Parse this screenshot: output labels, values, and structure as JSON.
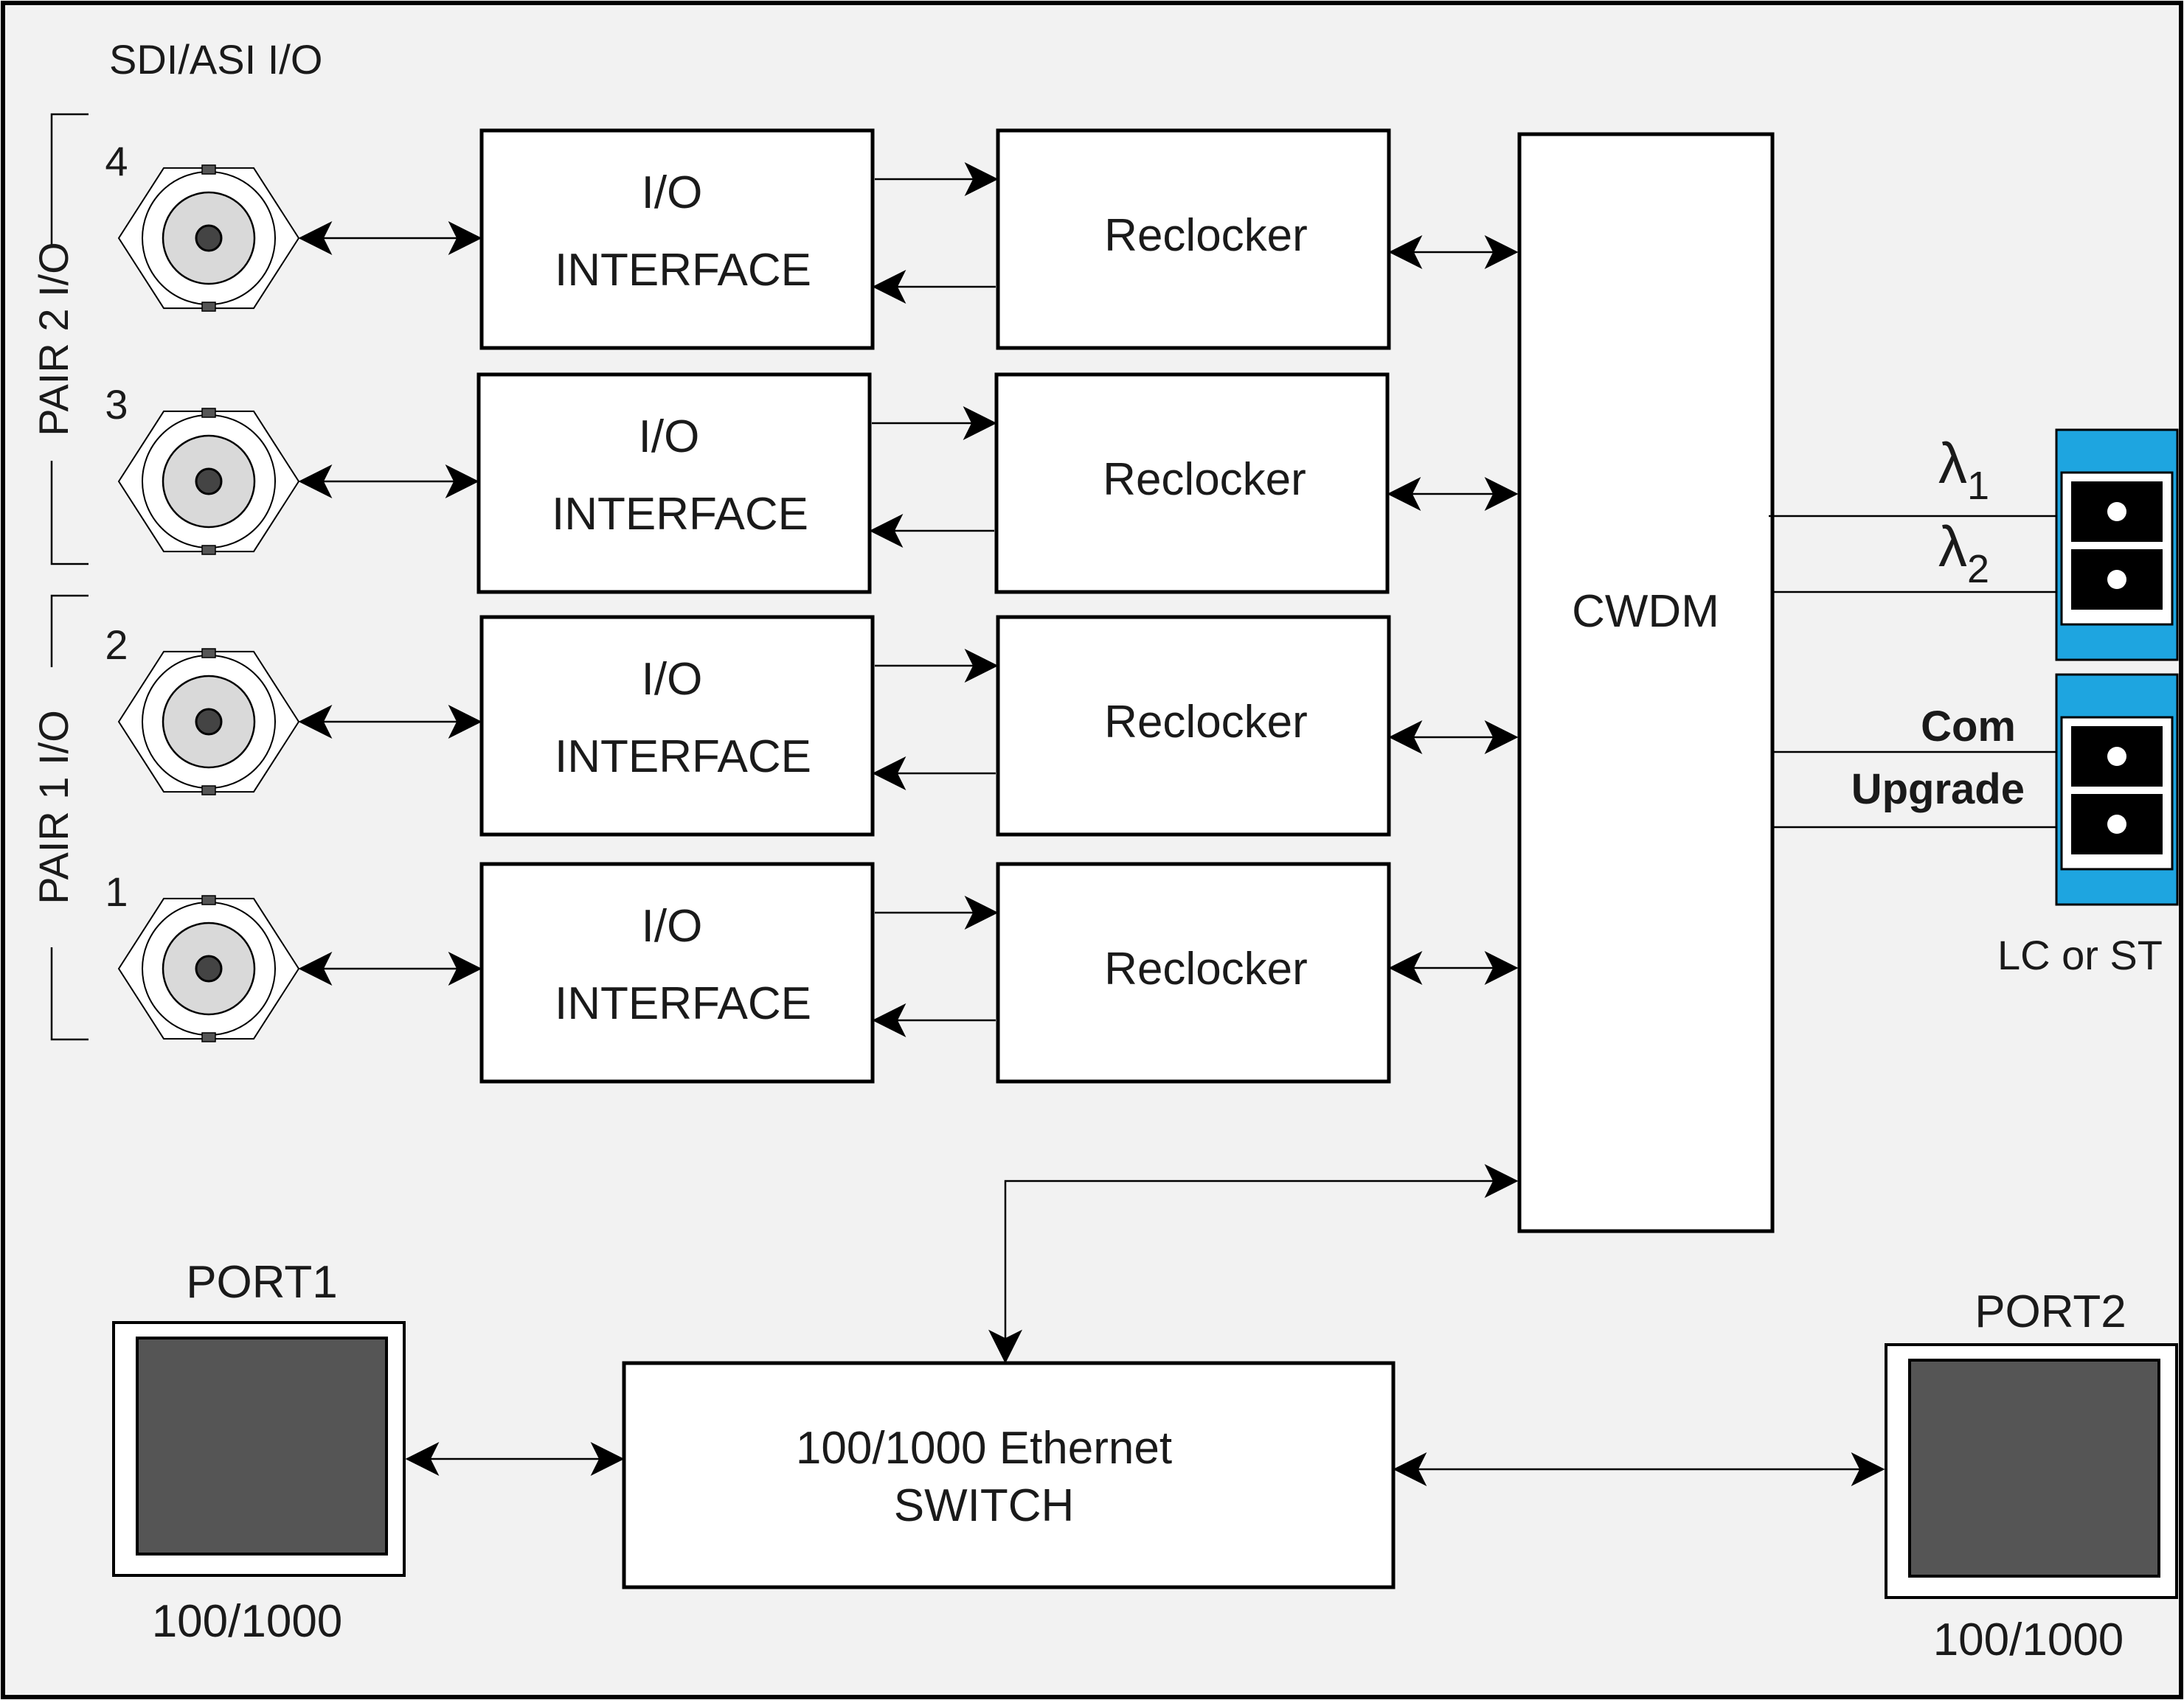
{
  "section_title": "SDI/ASI I/O",
  "pair_labels": {
    "pair2": "PAIR 2 I/O",
    "pair1": "PAIR 1 I/O"
  },
  "channels": [
    {
      "number": "4",
      "interface_line1": "I/O",
      "interface_line2": "INTERFACE",
      "reclocker": "Reclocker"
    },
    {
      "number": "3",
      "interface_line1": "I/O",
      "interface_line2": "INTERFACE",
      "reclocker": "Reclocker"
    },
    {
      "number": "2",
      "interface_line1": "I/O",
      "interface_line2": "INTERFACE",
      "reclocker": "Reclocker"
    },
    {
      "number": "1",
      "interface_line1": "I/O",
      "interface_line2": "INTERFACE",
      "reclocker": "Reclocker"
    }
  ],
  "cwdm_label": "CWDM",
  "fiber": {
    "lambda_symbol": "λ",
    "lambda1_sub": "1",
    "lambda2_sub": "2",
    "com_label": "Com",
    "upgrade_label": "Upgrade",
    "connector_type": "LC or ST",
    "connector_color": "#1ea5e0"
  },
  "switch": {
    "line1": "100/1000 Ethernet",
    "line2": "SWITCH"
  },
  "ports": [
    {
      "name": "PORT1",
      "speed": "100/1000"
    },
    {
      "name": "PORT2",
      "speed": "100/1000"
    }
  ]
}
